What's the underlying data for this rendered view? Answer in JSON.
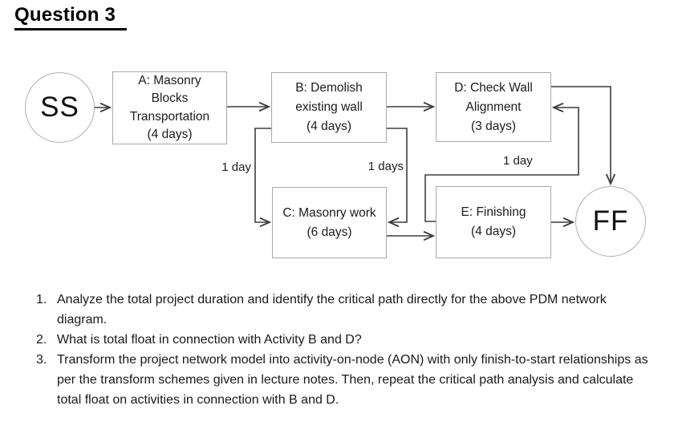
{
  "title": "Question 3",
  "diagram": {
    "nodes": {
      "ss": {
        "label": "SS"
      },
      "a": {
        "line1": "A: Masonry",
        "line2": "Blocks",
        "line3": "Transportation",
        "line4": "(4 days)"
      },
      "b": {
        "line1": "B: Demolish",
        "line2": "existing wall",
        "line3": "(4 days)"
      },
      "d": {
        "line1": "D: Check Wall",
        "line2": "Alignment",
        "line3": "(3 days)"
      },
      "c": {
        "line1": "C: Masonry work",
        "line2": "(6 days)"
      },
      "e": {
        "line1": "E: Finishing",
        "line2": "(4 days)"
      },
      "ff": {
        "label": "FF"
      }
    },
    "lag_labels": {
      "b_to_c_left": "1 day",
      "b_to_c_right": "1 days",
      "e_to_d": "1 day"
    },
    "colors": {
      "connector": "#3d3d3d",
      "box_border": "#a9a9a9",
      "circle_border": "#b0b0b0",
      "text": "#1c1c1c"
    }
  },
  "questions": {
    "items": [
      {
        "number": "1.",
        "text": "Analyze the total project duration and identify the critical path directly for the above PDM network diagram."
      },
      {
        "number": "2.",
        "text": "What is total float in connection with Activity B and D?"
      },
      {
        "number": "3.",
        "text": "Transform the project network model into activity-on-node (AON) with only finish-to-start relationships as per the transform schemes given in lecture notes. Then, repeat the critical path analysis and calculate total float on activities in connection with B and D."
      }
    ]
  }
}
